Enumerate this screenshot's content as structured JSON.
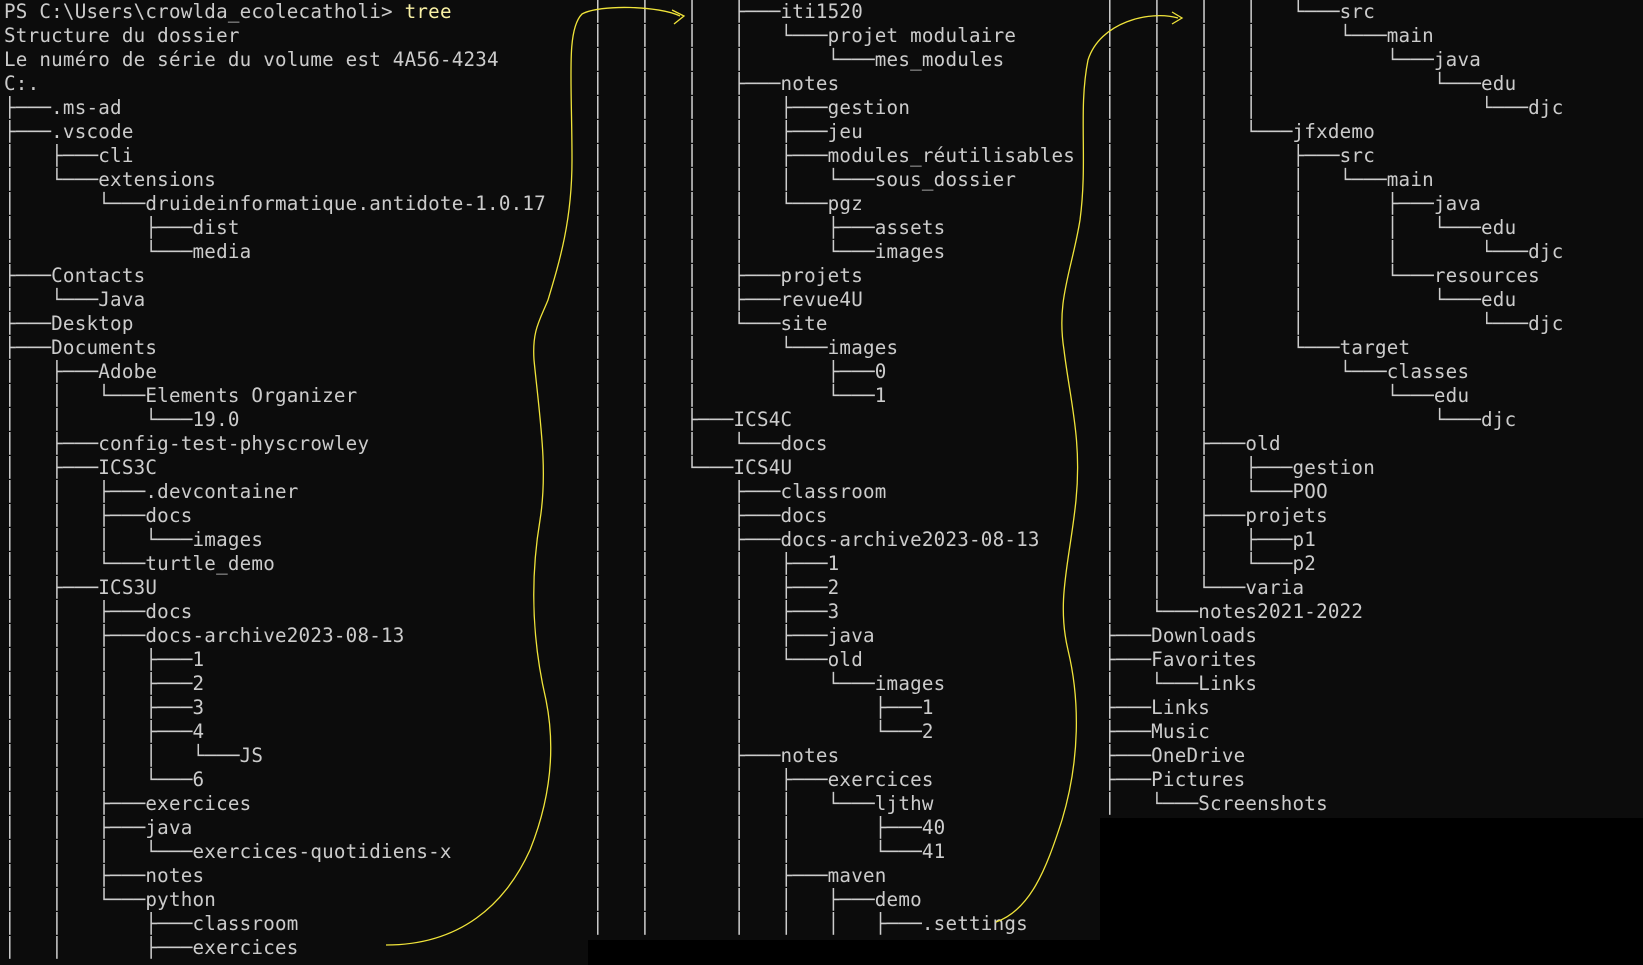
{
  "terminal": {
    "prompt": "PS C:\\Users\\crowlda_ecolecatholi> ",
    "command": "tree",
    "annotation_color": "#f0e43a",
    "text_color": "#cccccc",
    "command_color": "#f9f1a5",
    "background": "#0c0c0c"
  },
  "columns": [
    {
      "name": "column-1",
      "lines": [
        "Structure du dossier",
        "Le numéro de série du volume est 4A56-4234",
        "C:.",
        "├───.ms-ad",
        "├───.vscode",
        "│   ├───cli",
        "│   └───extensions",
        "│       └───druideinformatique.antidote-1.0.17",
        "│           ├───dist",
        "│           └───media",
        "├───Contacts",
        "│   └───Java",
        "├───Desktop",
        "├───Documents",
        "│   ├───Adobe",
        "│   │   └───Elements Organizer",
        "│   │       └───19.0",
        "│   ├───config-test-physcrowley",
        "│   ├───ICS3C",
        "│   │   ├───.devcontainer",
        "│   │   ├───docs",
        "│   │   │   └───images",
        "│   │   └───turtle_demo",
        "│   ├───ICS3U",
        "│   │   ├───docs",
        "│   │   ├───docs-archive2023-08-13",
        "│   │   │   ├───1",
        "│   │   │   ├───2",
        "│   │   │   ├───3",
        "│   │   │   ├───4",
        "│   │   │   │   └───JS",
        "│   │   │   └───6",
        "│   │   ├───exercices",
        "│   │   ├───java",
        "│   │   │   └───exercices-quotidiens-x",
        "│   │   ├───notes",
        "│   │   └───python",
        "│   │       ├───classroom",
        "│   │       ├───exercices"
      ]
    },
    {
      "name": "column-2",
      "lines": [
        "│   │   │   ├───iti1520",
        "│   │   │   │   └───projet modulaire",
        "│   │   │   │       └───mes_modules",
        "│   │   │   ├───notes",
        "│   │   │   │   ├───gestion",
        "│   │   │   │   ├───jeu",
        "│   │   │   │   ├───modules_réutilisables",
        "│   │   │   │   │   └───sous_dossier",
        "│   │   │   │   └───pgz",
        "│   │   │   │       ├───assets",
        "│   │   │   │       └───images",
        "│   │   │   ├───projets",
        "│   │   │   ├───revue4U",
        "│   │   │   └───site",
        "│   │   │       └───images",
        "│   │   │           ├───0",
        "│   │   │           └───1",
        "│   │   ├───ICS4C",
        "│   │   │   └───docs",
        "│   │   └───ICS4U",
        "│   │       ├───classroom",
        "│   │       ├───docs",
        "│   │       ├───docs-archive2023-08-13",
        "│   │       │   ├───1",
        "│   │       │   ├───2",
        "│   │       │   ├───3",
        "│   │       │   ├───java",
        "│   │       │   └───old",
        "│   │       │       └───images",
        "│   │       │           ├───1",
        "│   │       │           └───2",
        "│   │       ├───notes",
        "│   │       │   ├───exercices",
        "│   │       │   │   └───ljthw",
        "│   │       │   │       ├───40",
        "│   │       │   │       └───41",
        "│   │       │   ├───maven",
        "│   │       │   │   ├───demo",
        "│   │       │   │   │   ├───.settings"
      ]
    },
    {
      "name": "column-3",
      "lines": [
        "│   │   │   │   └───src",
        "│   │   │   │       └───main",
        "│   │   │   │           └───java",
        "│   │   │   │               └───edu",
        "│   │   │   │                   └───djc",
        "│   │   │   └───jfxdemo",
        "│   │   │       ├───src",
        "│   │   │       │   └───main",
        "│   │   │       │       ├───java",
        "│   │   │       │       │   └───edu",
        "│   │   │       │       │       └───djc",
        "│   │   │       │       └───resources",
        "│   │   │       │           └───edu",
        "│   │   │       │               └───djc",
        "│   │   │       └───target",
        "│   │   │           └───classes",
        "│   │   │               └───edu",
        "│   │   │                   └───djc",
        "│   │   ├───old",
        "│   │   │   ├───gestion",
        "│   │   │   └───POO",
        "│   │   ├───projets",
        "│   │   │   ├───p1",
        "│   │   │   └───p2",
        "│   │   └───varia",
        "│   └───notes2021-2022",
        "├───Downloads",
        "├───Favorites",
        "│   └───Links",
        "├───Links",
        "├───Music",
        "├───OneDrive",
        "├───Pictures",
        "│   └───Screenshots"
      ]
    }
  ]
}
